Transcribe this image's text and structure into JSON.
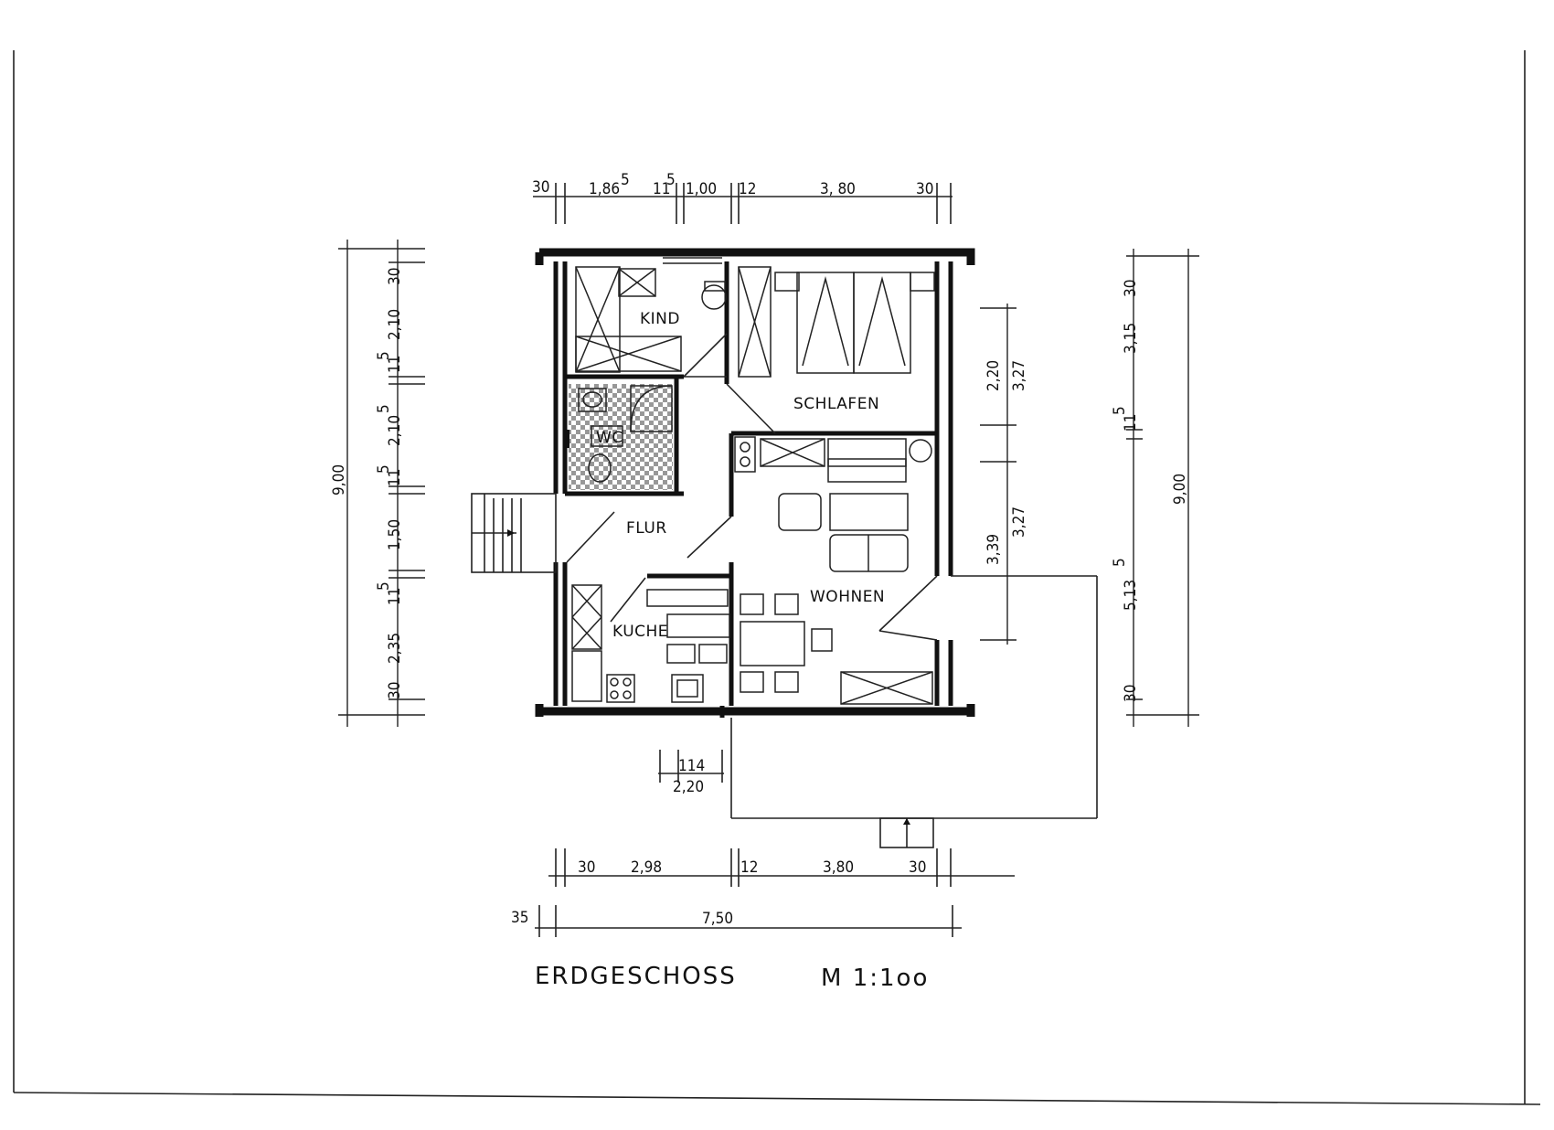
{
  "drawing": {
    "title": "ERDGESCHOSS",
    "scale": "M  1:1oo"
  },
  "rooms": {
    "kind": "KIND",
    "schlafen": "SCHLAFEN",
    "wc": "WC",
    "flur": "FLUR",
    "kueche": "KUCHE",
    "wohnen": "WOHNEN"
  },
  "dimensions": {
    "top": [
      "30",
      "1,86",
      "5",
      "11",
      "5",
      "1,00",
      "12",
      "3, 80",
      "30"
    ],
    "bottom_row1": [
      "30",
      "2,98",
      "12",
      "3,80",
      "30"
    ],
    "bottom_row2": [
      "35",
      "7,50"
    ],
    "left_total": "9,00",
    "left": [
      "30",
      "2,10",
      "11",
      "5",
      "2,10",
      "5",
      "11",
      "5",
      "1,50",
      "11",
      "5",
      "2,35",
      "30"
    ],
    "right_inner": [
      "2,20",
      "3,27",
      "3,39",
      "3,27"
    ],
    "right_outer": [
      "30",
      "3,15",
      "11",
      "5",
      "5,13",
      "5",
      "30"
    ],
    "right_total": "9,00",
    "door_small": [
      "114",
      "2,20"
    ]
  },
  "colors": {
    "ink": "#111111",
    "paper": "#ffffff"
  }
}
